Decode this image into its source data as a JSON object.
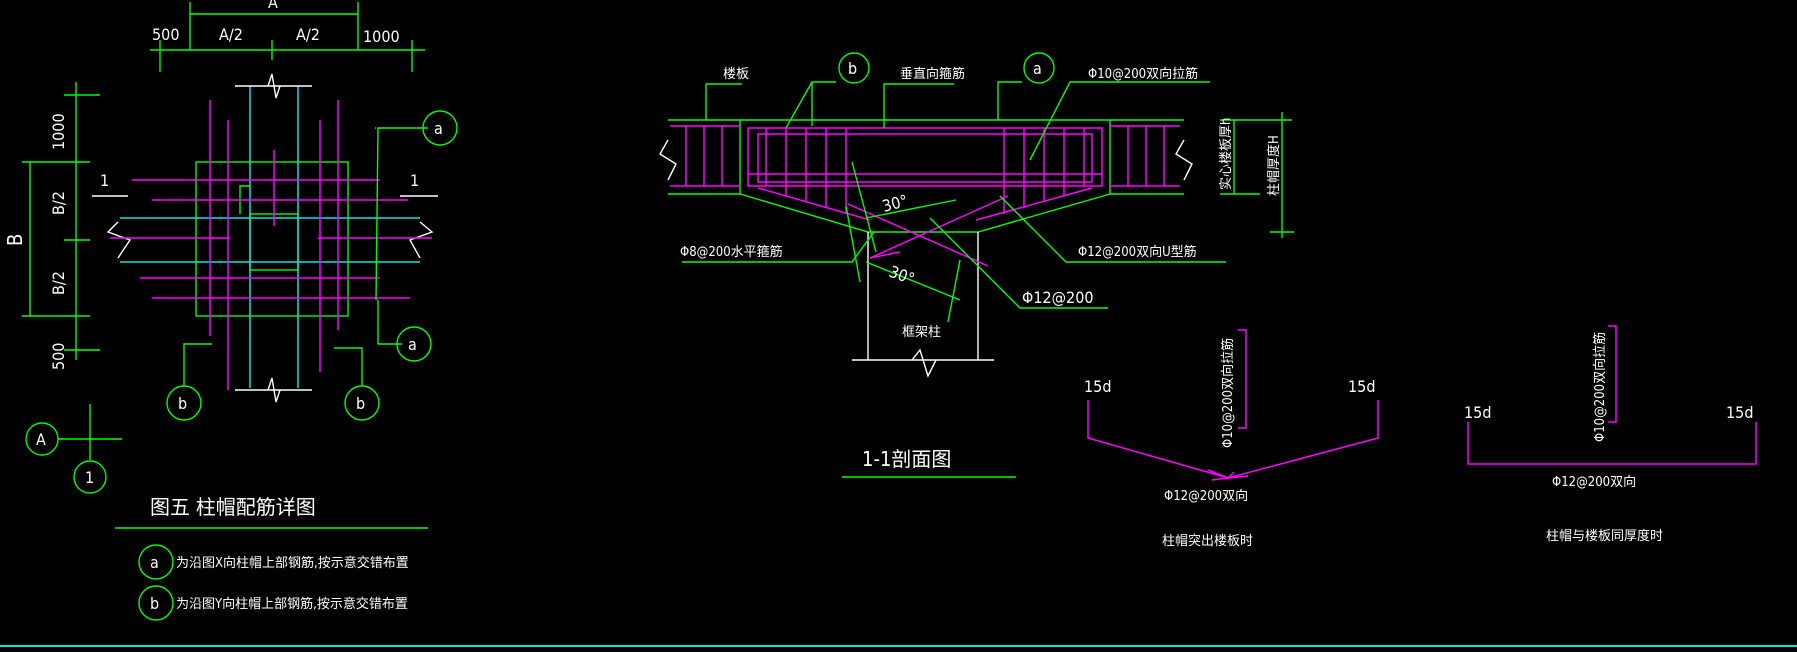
{
  "plan": {
    "dim_top": "A",
    "dim_500": "500",
    "dim_a2_left": "A/2",
    "dim_a2_right": "A/2",
    "dim_1000": "1000",
    "dim_left_B": "B",
    "dim_1000_v": "1000",
    "dim_b2_top": "B/2",
    "dim_b2_bottom": "B/2",
    "dim_500_v": "500",
    "section_mark_left": "1",
    "section_mark_right": "1",
    "bubble_a_top": "a",
    "bubble_a_bottom": "a",
    "bubble_b_left": "b",
    "bubble_b_right": "b",
    "axis_A": "A",
    "axis_1": "1",
    "title": "图五  柱帽配筋详图",
    "legend_a_bubble": "a",
    "legend_a_text": "为沿图X向柱帽上部钢筋,按示意交错布置",
    "legend_b_bubble": "b",
    "legend_b_text": "为沿图Y向柱帽上部钢筋,按示意交错布置"
  },
  "section": {
    "label_slab": "楼板",
    "bubble_b": "b",
    "label_vertical_stirrup": "垂直向箍筋",
    "bubble_a": "a",
    "label_top_rebar": "Φ10@200双向拉筋",
    "dim_h": "实心楼板厚h",
    "dim_H": "柱帽厚度H",
    "label_horizontal_stirrup": "Φ8@200水平箍筋",
    "label_u_bar": "Φ12@200双向U型筋",
    "label_diag_bar": "Φ12@200",
    "angle_1": "30°",
    "angle_2": "30°",
    "label_column": "框架柱",
    "title": "1-1剖面图"
  },
  "detail_left": {
    "hook_left": "15d",
    "hook_right": "15d",
    "vertical_label": "Φ10@200双向拉筋",
    "bar_label": "Φ12@200双向",
    "caption": "柱帽突出楼板时"
  },
  "detail_right": {
    "hook_left": "15d",
    "hook_right": "15d",
    "vertical_label": "Φ10@200双向拉筋",
    "bar_label": "Φ12@200双向",
    "caption": "柱帽与楼板同厚度时"
  },
  "colors": {
    "background": "#000000",
    "linework": "#00ff00",
    "rebar": "#ff00ff",
    "column": "#00e6e6",
    "text": "#ffffff",
    "status_line": "#00e6e6"
  }
}
